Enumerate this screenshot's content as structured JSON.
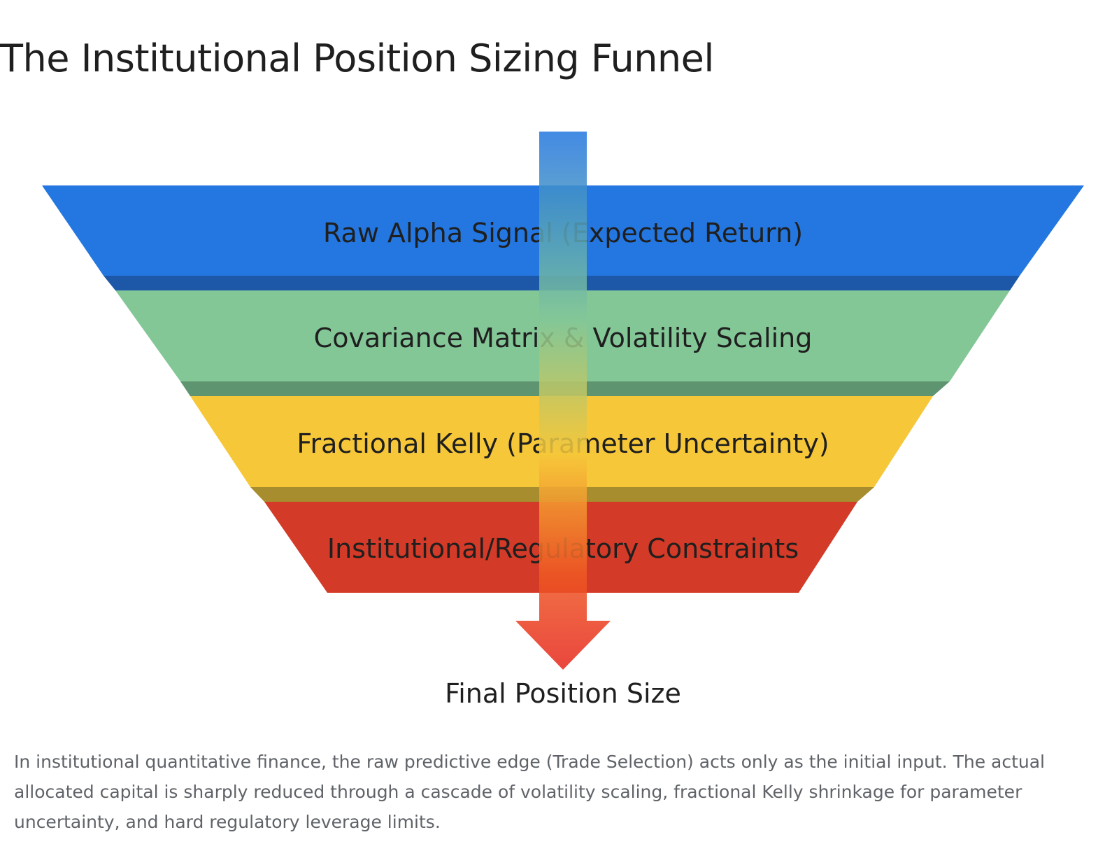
{
  "title": "The Institutional Position Sizing Funnel",
  "funnel": {
    "layers": [
      {
        "label": "Raw Alpha Signal (Expected Return)",
        "color": "#2477e0",
        "shadow": "#1d57a8"
      },
      {
        "label": "Covariance Matrix & Volatility Scaling",
        "color": "#83c797",
        "shadow": "#5e9470"
      },
      {
        "label": "Fractional Kelly (Parameter Uncertainty)",
        "color": "#f6c739",
        "shadow": "#a78d2e"
      },
      {
        "label": "Institutional/Regulatory Constraints",
        "color": "#d33a27",
        "shadow": "#9a2a1e"
      }
    ],
    "output_label": "Final Position Size",
    "arrow_colors": [
      "#2477e0",
      "#83c797",
      "#f6c739",
      "#ef5a24",
      "#e6281e"
    ]
  },
  "caption": "In institutional quantitative finance, the raw predictive edge (Trade Selection) acts only as the initial input. The actual allocated capital is sharply reduced through a cascade of volatility scaling, fractional Kelly shrinkage for parameter uncertainty, and hard regulatory leverage limits."
}
